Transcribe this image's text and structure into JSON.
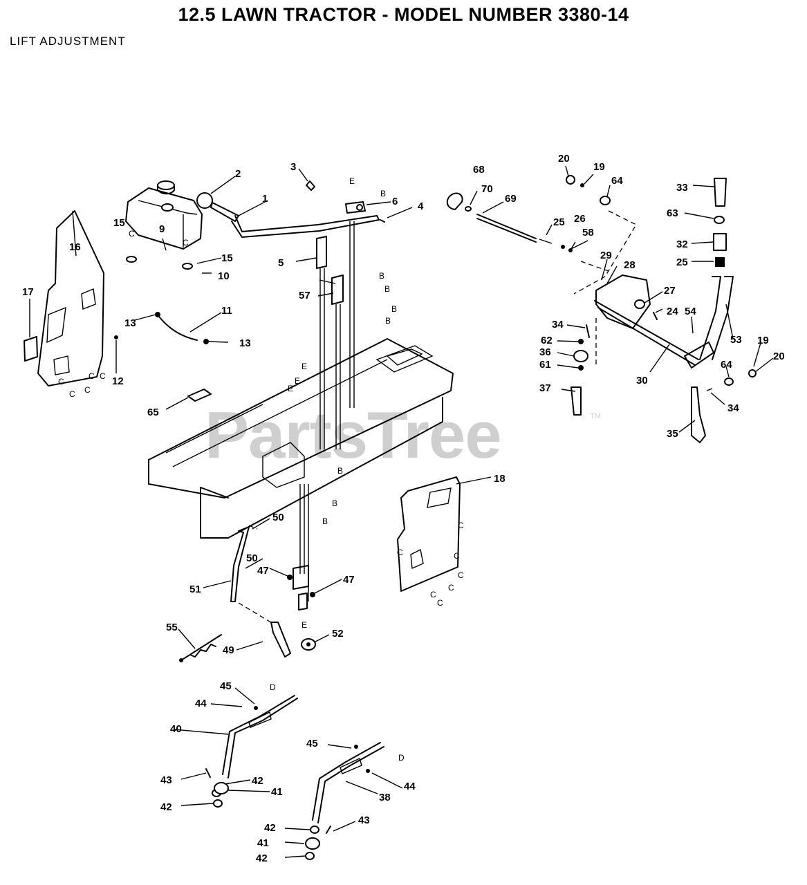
{
  "title": "12.5 LAWN TRACTOR - MODEL NUMBER 3380-14",
  "section": "LIFT ADJUSTMENT",
  "watermark": "PartsTree",
  "watermark_mark": "TM",
  "callouts": [
    "1",
    "2",
    "3",
    "4",
    "5",
    "6",
    "9",
    "10",
    "11",
    "13",
    "13",
    "15",
    "15",
    "16",
    "17",
    "12",
    "18",
    "19",
    "19",
    "20",
    "20",
    "24",
    "25",
    "25",
    "26",
    "27",
    "28",
    "29",
    "30",
    "32",
    "33",
    "34",
    "34",
    "35",
    "36",
    "37",
    "38",
    "40",
    "41",
    "41",
    "42",
    "42",
    "42",
    "42",
    "43",
    "43",
    "44",
    "44",
    "45",
    "45",
    "47",
    "47",
    "49",
    "50",
    "50",
    "51",
    "52",
    "53",
    "54",
    "55",
    "57",
    "58",
    "61",
    "62",
    "63",
    "64",
    "64",
    "65",
    "68",
    "69",
    "70"
  ],
  "connectors": [
    "E",
    "B",
    "B",
    "B",
    "B",
    "B",
    "C",
    "C",
    "C",
    "C",
    "C",
    "C",
    "C",
    "C",
    "C",
    "C",
    "C",
    "C",
    "C",
    "C",
    "E",
    "E",
    "E",
    "E",
    "B",
    "B",
    "B",
    "D",
    "D"
  ]
}
